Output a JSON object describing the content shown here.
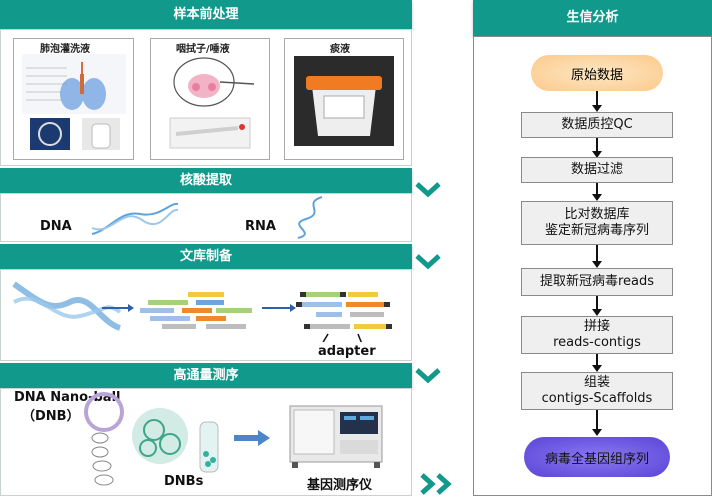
{
  "left": {
    "sections": {
      "pre": "样本前处理",
      "extract": "核酸提取",
      "library": "文库制备",
      "seq": "高通量测序"
    },
    "samples": {
      "bal": "肺泡灌洗液",
      "swab": "咽拭子/唾液",
      "sputum": "痰液"
    },
    "nucleic": {
      "dna": "DNA",
      "rna": "RNA"
    },
    "library": {
      "adapter": "adapter"
    },
    "seq": {
      "nanoball": "DNA Nano-ball",
      "dnb": "（DNB）",
      "dnbs": "DNBs",
      "sequencer": "基因测序仪"
    }
  },
  "right": {
    "title": "生信分析",
    "steps": [
      {
        "line1": "原始数据",
        "line2": ""
      },
      {
        "line1": "数据质控QC",
        "line2": ""
      },
      {
        "line1": "数据过滤",
        "line2": ""
      },
      {
        "line1": "比对数据库",
        "line2": "鉴定新冠病毒序列"
      },
      {
        "line1": "提取新冠病毒reads",
        "line2": ""
      },
      {
        "line1": "拼接",
        "line2": "reads-contigs"
      },
      {
        "line1": "组装",
        "line2": "contigs-Scaffolds"
      },
      {
        "line1": "病毒全基因组序列",
        "line2": ""
      }
    ]
  },
  "colors": {
    "teal": "#11998c",
    "start_fill": "#fdd9a6",
    "end_fill": "#6a55e0",
    "step_fill": "#efefef"
  }
}
